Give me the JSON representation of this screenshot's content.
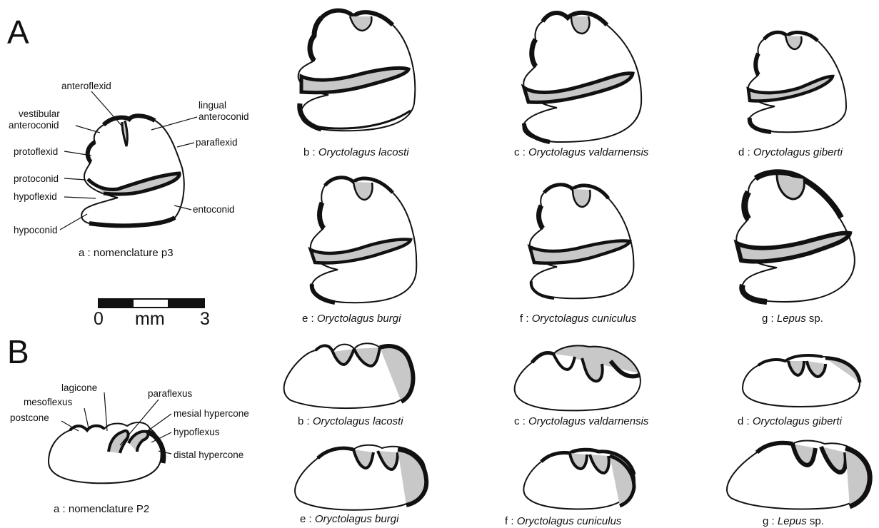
{
  "panels": {
    "A": "A",
    "B": "B"
  },
  "labels_p3": {
    "anteroflexid": "anteroflexid",
    "lingual_1": "lingual",
    "lingual_2": "anteroconid",
    "vestibular_1": "vestibular",
    "vestibular_2": "anteroconid",
    "paraflexid": "paraflexid",
    "protoflexid": "protoflexid",
    "protoconid": "protoconid",
    "hypoflexid": "hypoflexid",
    "entoconid": "entoconid",
    "hypoconid": "hypoconid"
  },
  "labels_P2": {
    "lagicone": "lagicone",
    "paraflexus": "paraflexus",
    "mesoflexus": "mesoflexus",
    "mesial_hypercone": "mesial hypercone",
    "postcone": "postcone",
    "hypoflexus": "hypoflexus",
    "distal_hypercone": "distal hypercone"
  },
  "scale": {
    "min": "0",
    "unit": "mm",
    "max": "3"
  },
  "captions_A": [
    {
      "letter": "a :",
      "name": "nomenclature p3",
      "italic": false,
      "suffix": ""
    },
    {
      "letter": "b :",
      "name": "Oryctolagus lacosti",
      "italic": true,
      "suffix": ""
    },
    {
      "letter": "c :",
      "name": "Oryctolagus valdarnensis",
      "italic": true,
      "suffix": ""
    },
    {
      "letter": "d :",
      "name": "Oryctolagus giberti",
      "italic": true,
      "suffix": ""
    },
    {
      "letter": "e :",
      "name": "Oryctolagus burgi",
      "italic": true,
      "suffix": ""
    },
    {
      "letter": "f :",
      "name": "Oryctolagus cuniculus",
      "italic": true,
      "suffix": ""
    },
    {
      "letter": "g :",
      "name": "Lepus",
      "italic": true,
      "suffix": " sp."
    }
  ],
  "captions_B": [
    {
      "letter": "a :",
      "name": "nomenclature P2",
      "italic": false,
      "suffix": ""
    },
    {
      "letter": "b :",
      "name": "Oryctolagus lacosti",
      "italic": true,
      "suffix": ""
    },
    {
      "letter": "c :",
      "name": "Oryctolagus valdarnensis",
      "italic": true,
      "suffix": ""
    },
    {
      "letter": "d :",
      "name": "Oryctolagus giberti",
      "italic": true,
      "suffix": ""
    },
    {
      "letter": "e :",
      "name": "Oryctolagus burgi",
      "italic": true,
      "suffix": ""
    },
    {
      "letter": "f :",
      "name": "Oryctolagus cuniculus",
      "italic": true,
      "suffix": ""
    },
    {
      "letter": "g :",
      "name": "Lepus",
      "italic": true,
      "suffix": " sp."
    }
  ],
  "colors": {
    "enamel": "#111111",
    "cement": "#c8c8c8",
    "outline": "#111111"
  }
}
